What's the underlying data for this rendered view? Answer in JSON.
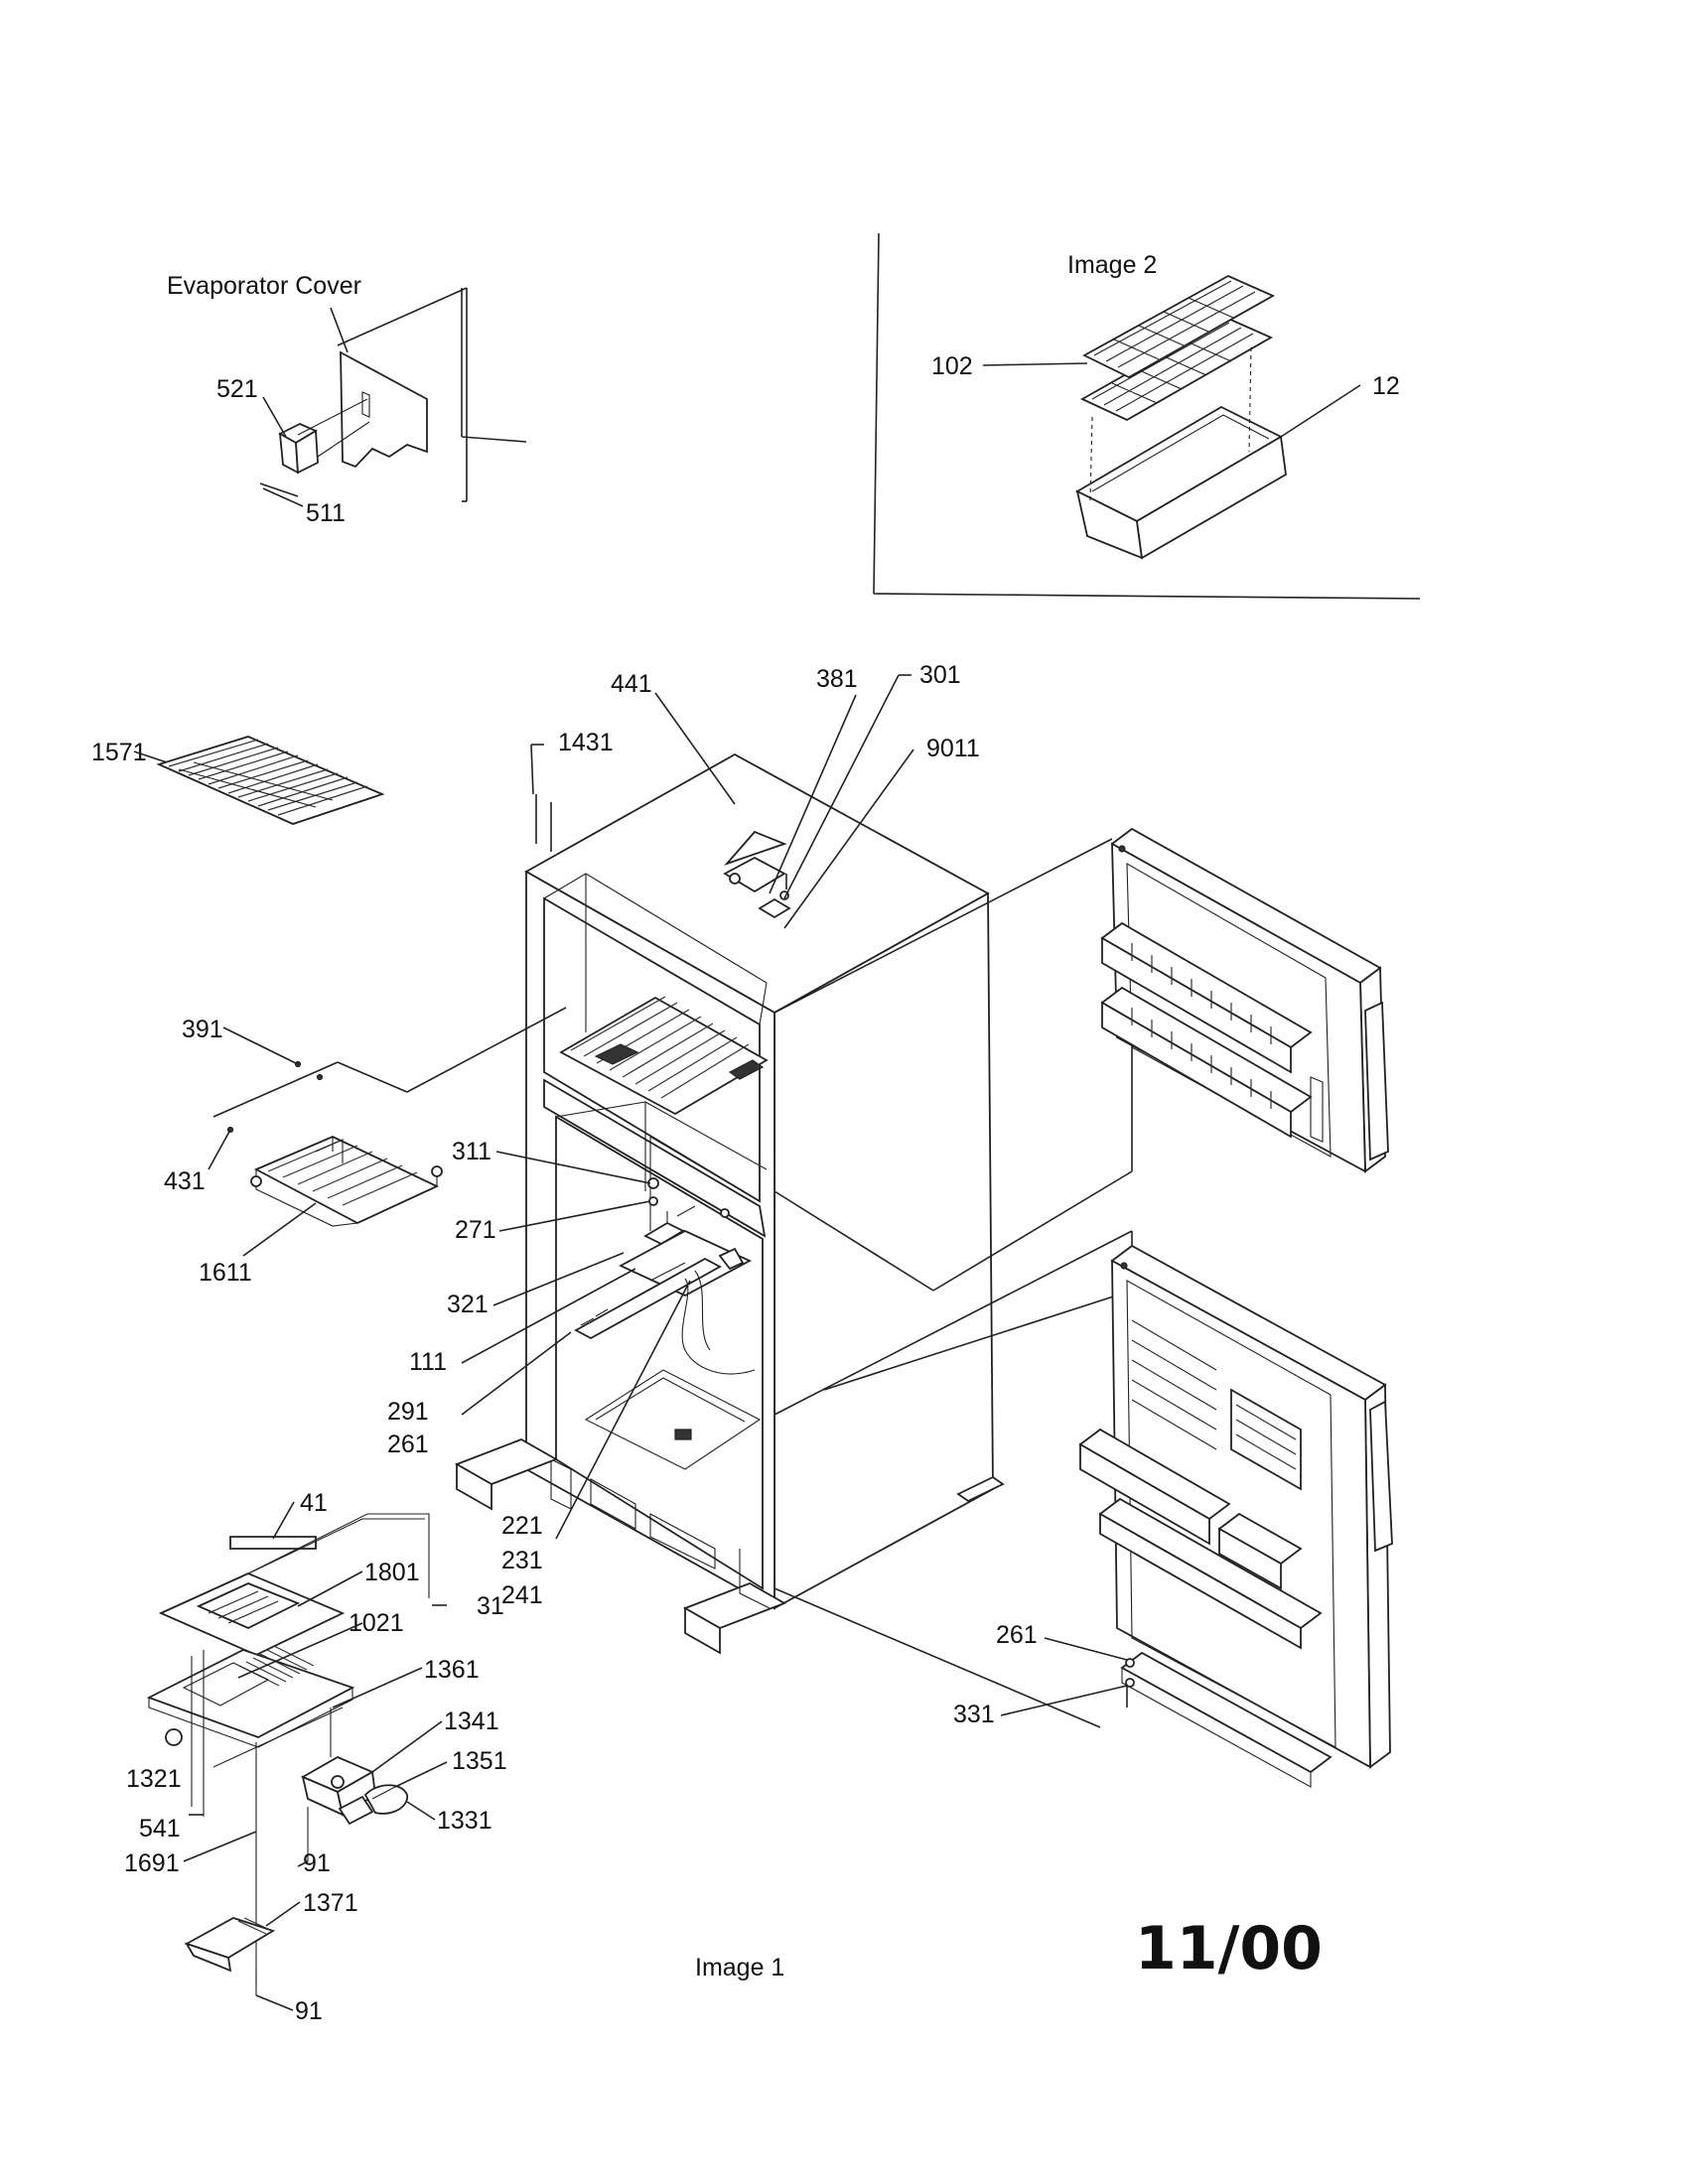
{
  "titles": {
    "evaporator_cover": "Evaporator Cover",
    "image2": "Image 2",
    "image1": "Image 1",
    "date": "11/00"
  },
  "labels": {
    "p521": "521",
    "p511": "511",
    "p102": "102",
    "p12": "12",
    "p1571": "1571",
    "p1431": "1431",
    "p441": "441",
    "p381": "381",
    "p301": "301",
    "p9011": "9011",
    "p391": "391",
    "p431": "431",
    "p1611": "1611",
    "p311": "311",
    "p271": "271",
    "p321": "321",
    "p111": "111",
    "p291": "291",
    "p261a": "261",
    "p221": "221",
    "p231": "231",
    "p241": "241",
    "p41": "41",
    "p1801": "1801",
    "p1021": "1021",
    "p31": "31",
    "p1361": "1361",
    "p1341": "1341",
    "p1351": "1351",
    "p1331": "1331",
    "p1321": "1321",
    "p541": "541",
    "p1691": "1691",
    "p91a": "91",
    "p1371": "1371",
    "p91b": "91",
    "p261b": "261",
    "p331": "331"
  }
}
